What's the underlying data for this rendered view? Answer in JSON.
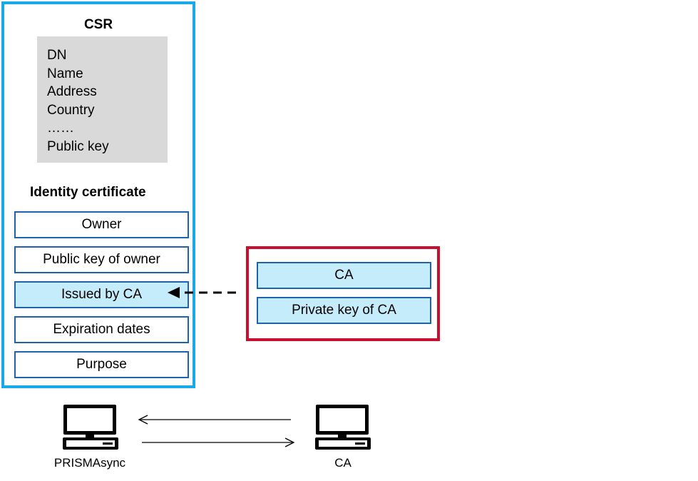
{
  "csr": {
    "title": "CSR",
    "dn_lines": [
      "DN",
      "Name",
      "Address",
      "Country",
      "……",
      "Public key"
    ],
    "identity_certificate": {
      "title": "Identity certificate",
      "fields": [
        "Owner",
        "Public key of owner",
        "Issued by CA",
        "Expiration dates",
        "Purpose"
      ]
    }
  },
  "ca_panel": {
    "items": [
      "CA",
      "Private key of CA"
    ]
  },
  "computers": {
    "left_label": "PRISMAsync",
    "right_label": "CA"
  },
  "colors": {
    "csr_border": "#1aa9e8",
    "ca_border": "#c8102e",
    "box_border": "#1d63b0",
    "highlight_fill": "#c5ecfb",
    "dn_fill": "#d9d9d9"
  }
}
